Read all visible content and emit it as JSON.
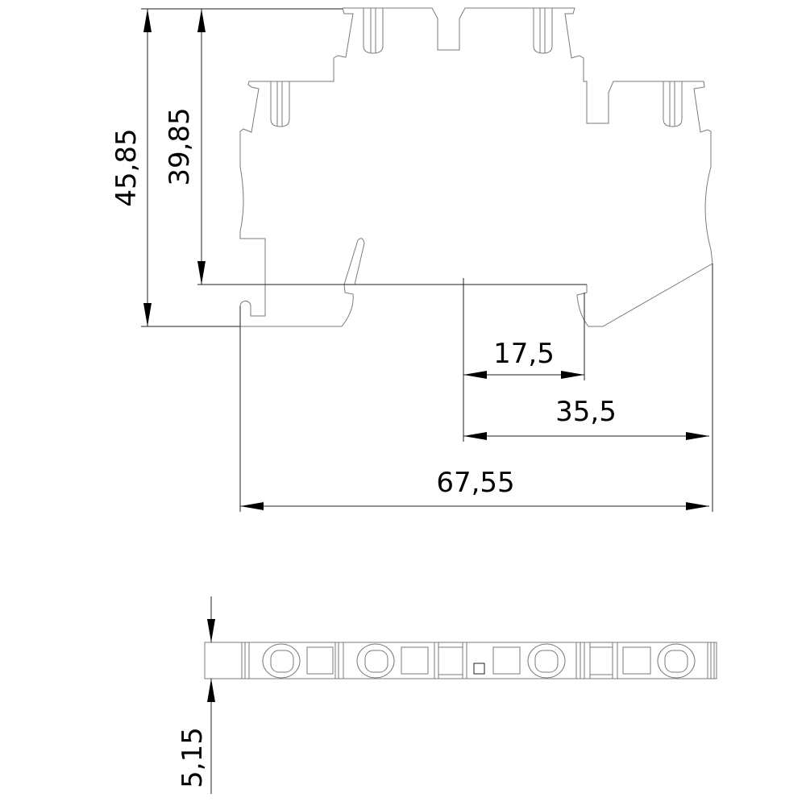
{
  "drawing": {
    "front_view": {
      "dimensions": {
        "overall_height": "45,85",
        "body_height": "39,85",
        "offset_small": "17,5",
        "offset_large": "35,5",
        "overall_width": "67,55"
      }
    },
    "top_view": {
      "dimensions": {
        "thickness": "5,15"
      }
    }
  }
}
